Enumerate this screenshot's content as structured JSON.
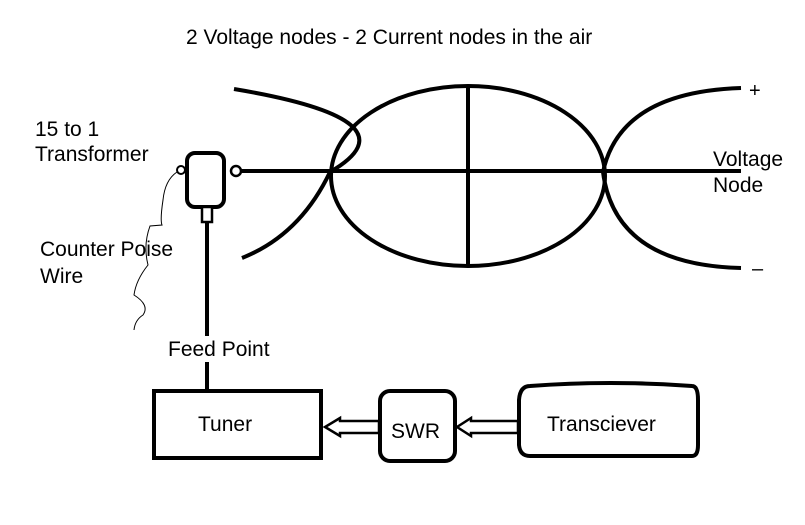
{
  "title": "2 Voltage nodes - 2 Current nodes in the air",
  "labels": {
    "transformer_line1": "15 to 1",
    "transformer_line2": "Transformer",
    "counterpoise_line1": "Counter Poise",
    "counterpoise_line2": "Wire",
    "feed_point": "Feed Point",
    "voltage_node_line1": "Voltage",
    "voltage_node_line2": "Node",
    "plus": "+",
    "minus": "–"
  },
  "blocks": {
    "tuner": "Tuner",
    "swr": "SWR",
    "transceiver": "Transciever"
  },
  "colors": {
    "stroke": "#000000",
    "background": "#ffffff"
  }
}
